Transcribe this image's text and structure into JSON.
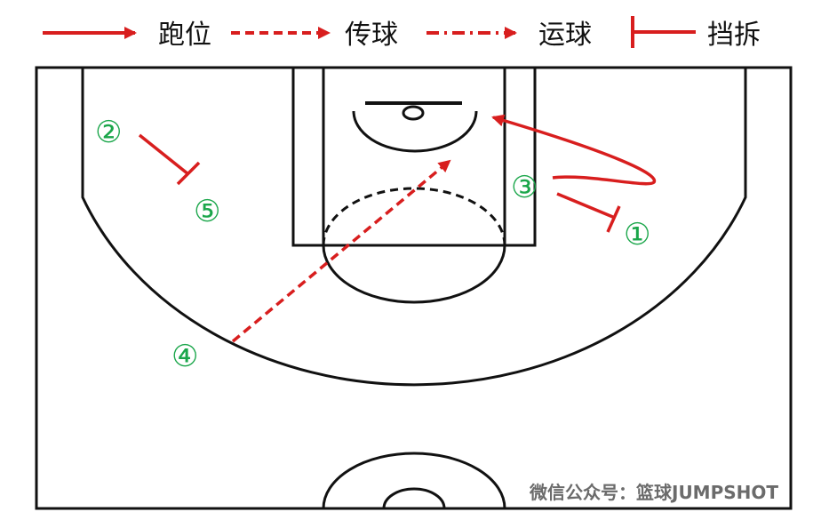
{
  "legend": {
    "run_label": "跑位",
    "pass_label": "传球",
    "dribble_label": "运球",
    "screen_label": "挡拆"
  },
  "players": [
    {
      "id": "p1",
      "label": "①"
    },
    {
      "id": "p2",
      "label": "②"
    },
    {
      "id": "p3",
      "label": "③"
    },
    {
      "id": "p4",
      "label": "④"
    },
    {
      "id": "p5",
      "label": "⑤"
    }
  ],
  "watermark": "微信公众号：篮球JUMPSHOT",
  "colors": {
    "arrow": "#d81e1e",
    "player": "#1aa64a",
    "court_line": "#111111"
  }
}
